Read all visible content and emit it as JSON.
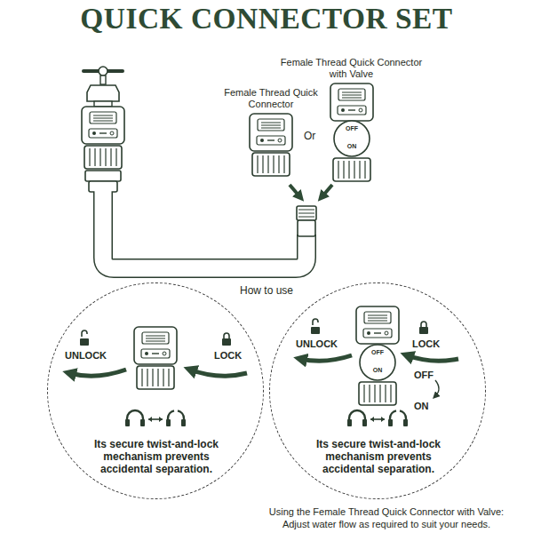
{
  "diagram": {
    "title": "QUICK CONNECTOR SET",
    "caption": "Using the Female Thread Quick Connector with Valve: Adjust water flow as required to suit your needs.",
    "nodes": [
      {
        "text": [
          "UNLOCK",
          "LOCK",
          "Its secure twist-and-lock mechanism prevents accidental separation."
        ]
      },
      {
        "text": [
          "UNLOCK",
          "LOCK",
          "OFF",
          "ON",
          "Its secure twist-and-lock mechanism prevents accidental separation."
        ]
      }
    ],
    "labels": [
      "Female Thread Quick Connector with Valve",
      "Female Thread Quick Connector",
      "Or",
      "OFF",
      "ON",
      "How to use",
      "OFF",
      "ON"
    ]
  }
}
